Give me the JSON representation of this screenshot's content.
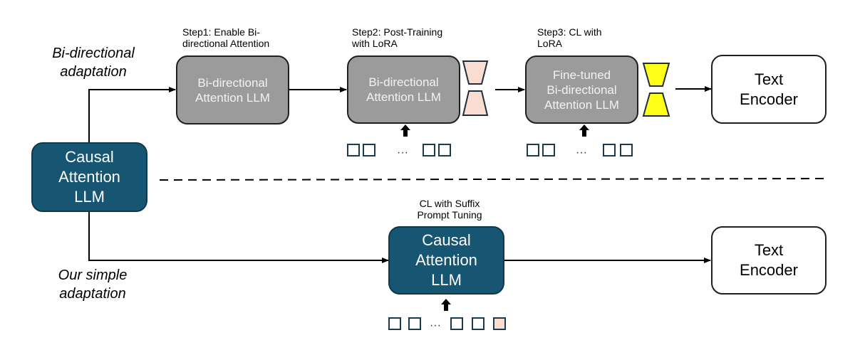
{
  "labels": {
    "bi_directional_adaptation": "Bi-directional\nadaptation",
    "our_simple_adaptation": "Our simple\nadaptation",
    "step1": "Step1: Enable Bi-\ndirectional Attention",
    "step2": "Step2: Post-Training\nwith LoRA",
    "step3": "Step3: CL with\nLoRA",
    "suffix": "CL with Suffix\nPrompt Tuning"
  },
  "boxes": {
    "causal_source": "Causal\nAttention\nLLM",
    "bidir_llm_1": "Bi-directional\nAttention LLM",
    "bidir_llm_2": "Bi-directional\nAttention LLM",
    "finetuned_bidir": "Fine-tuned\nBi-directional\nAttention LLM",
    "text_encoder_top": "Text\nEncoder",
    "causal_middle": "Causal\nAttention\nLLM",
    "text_encoder_bottom": "Text\nEncoder"
  },
  "tokens": {
    "ellipsis": "···"
  },
  "colors": {
    "gray_box": "#9b9b9b",
    "teal_box": "#165673",
    "lora_step2": "#f9ddd0",
    "lora_step3": "#ffff1a",
    "suffix_token": "#f9ddd0"
  }
}
